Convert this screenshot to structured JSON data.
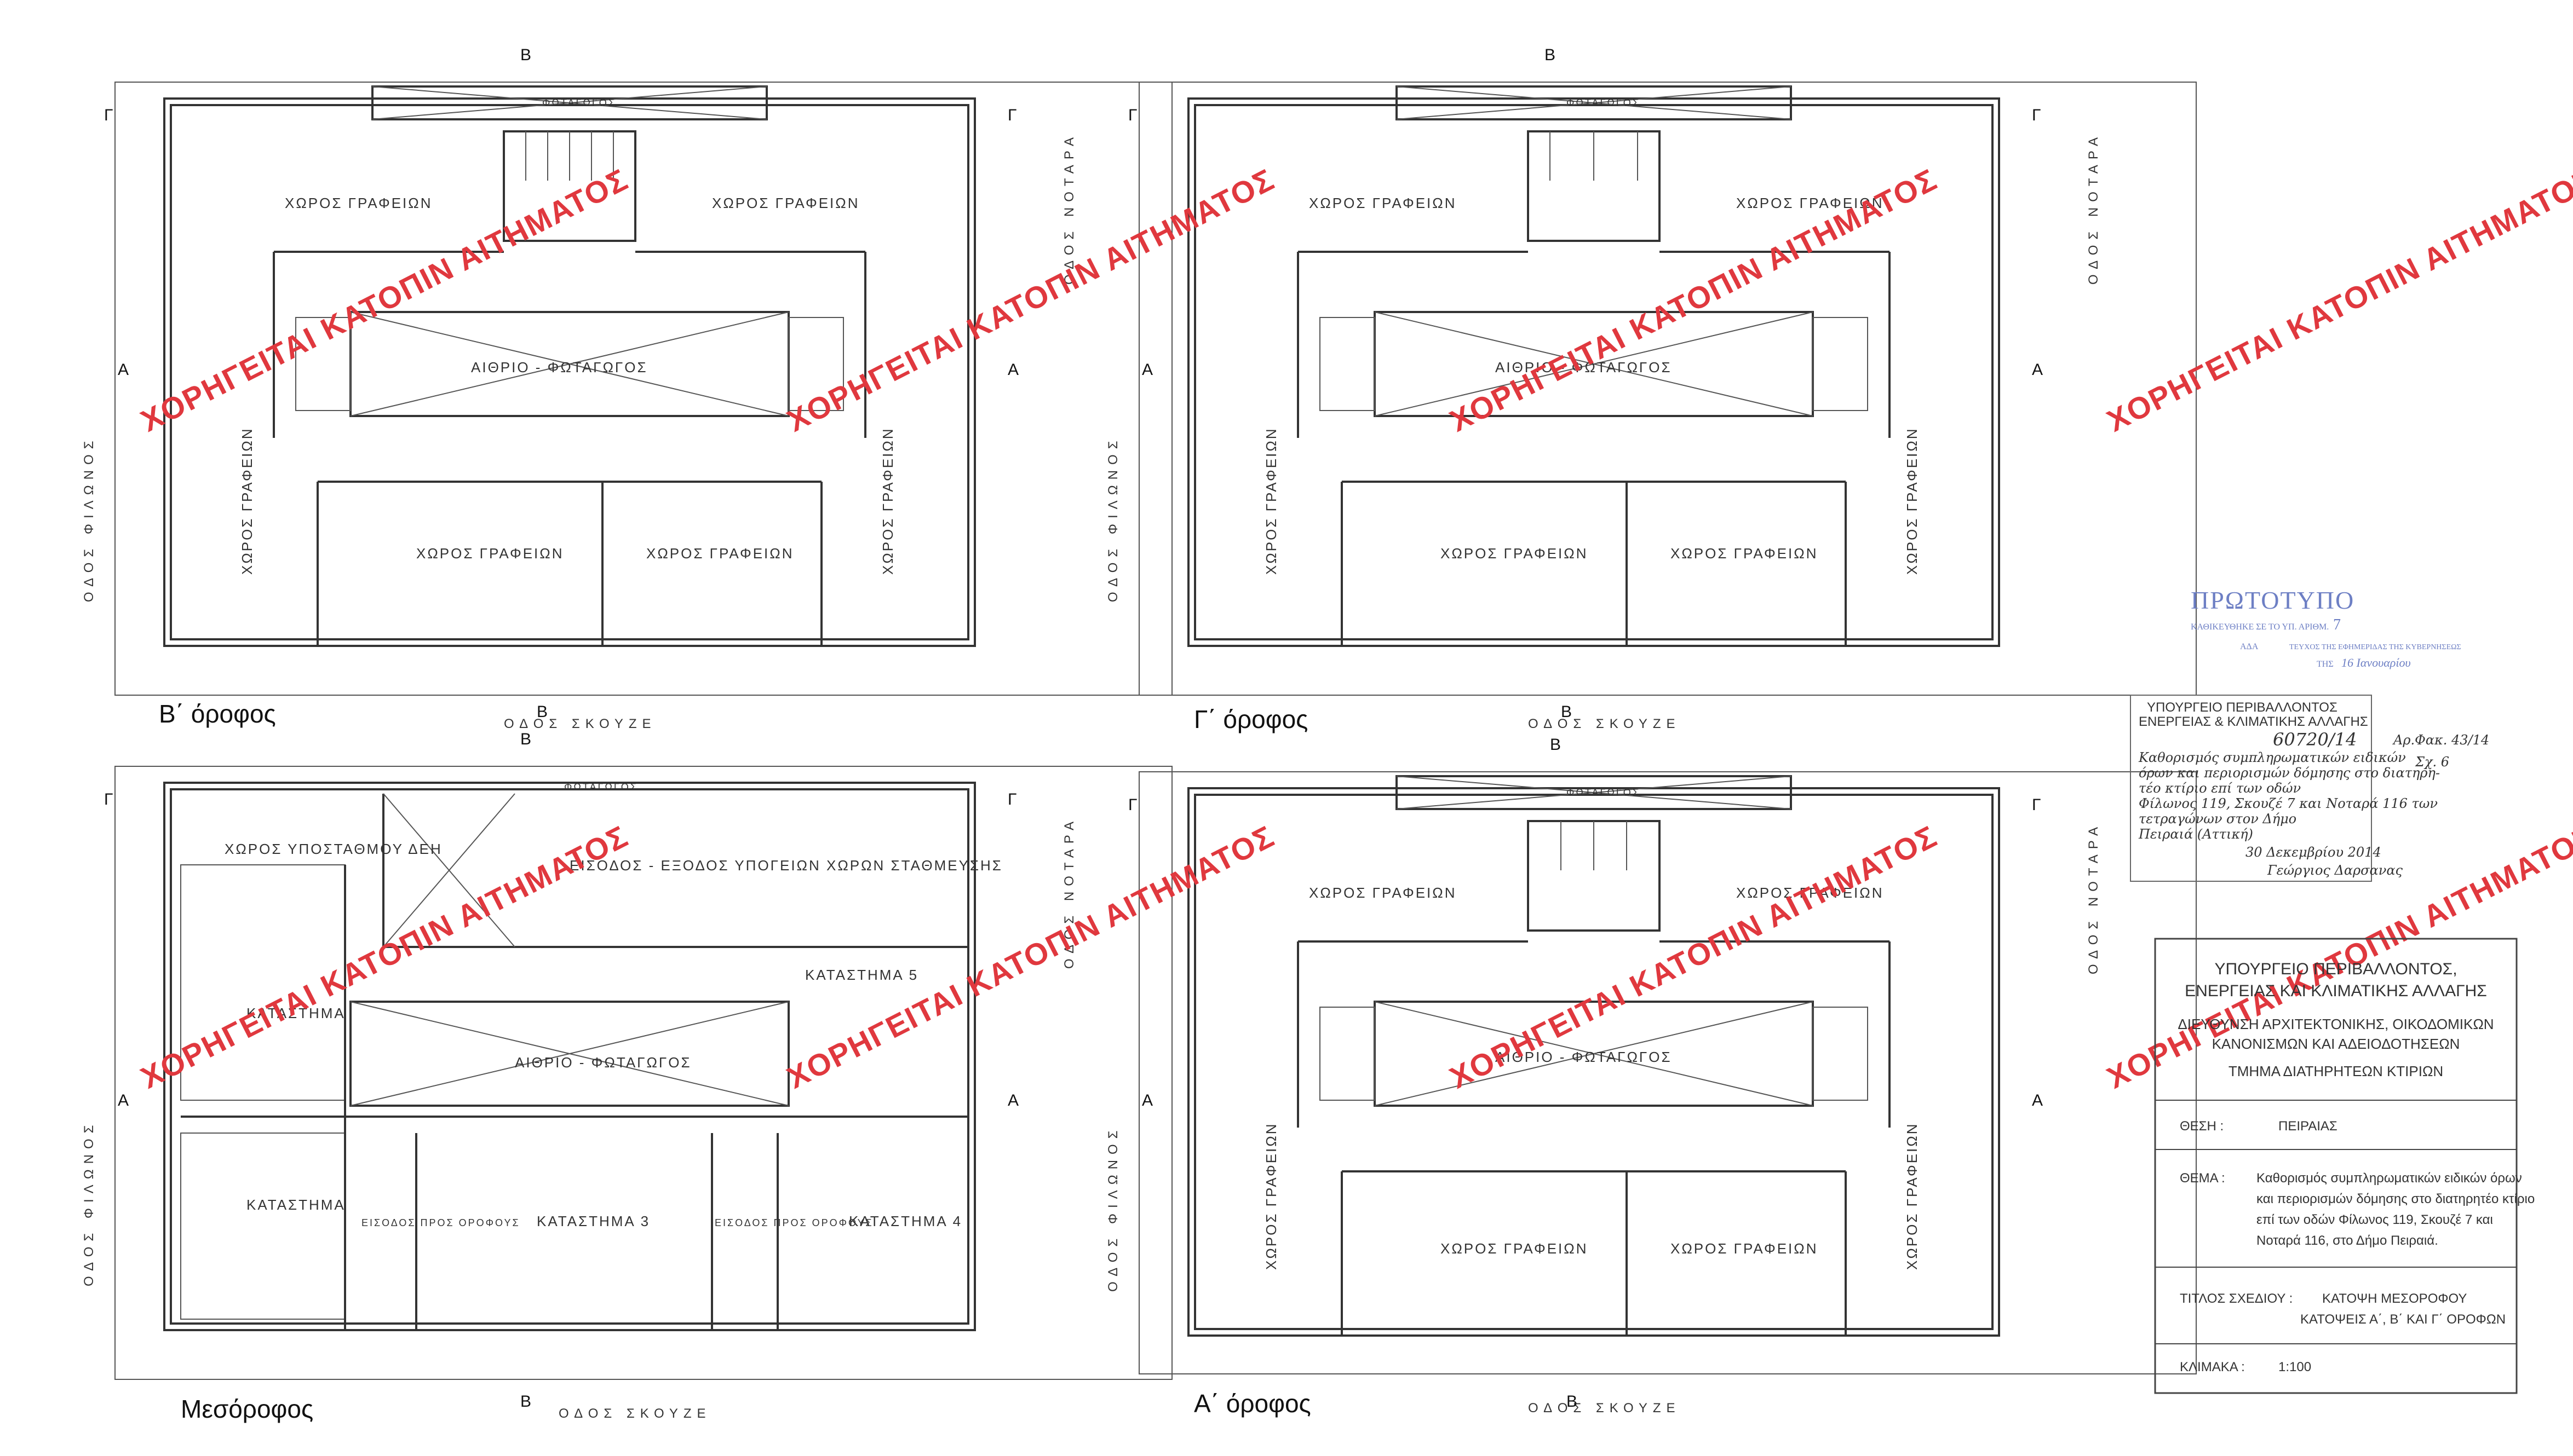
{
  "plans": {
    "second_floor": {
      "label": "Β΄ όροφος",
      "rooms": {
        "office_tl": "ΧΩΡΟΣ ΓΡΑΦΕΙΩΝ",
        "office_tr": "ΧΩΡΟΣ ΓΡΑΦΕΙΩΝ",
        "office_bl": "ΧΩΡΟΣ ΓΡΑΦΕΙΩΝ",
        "office_br": "ΧΩΡΟΣ ΓΡΑΦΕΙΩΝ",
        "office_left": "ΧΩΡΟΣ ΓΡΑΦΕΙΩΝ",
        "office_right": "ΧΩΡΟΣ ΓΡΑΦΕΙΩΝ",
        "atrium": "ΑΙΘΡΙΟ - ΦΩΤΑΓΩΓΟΣ",
        "skylight": "ΦΩΤΑΓΩΓΟΣ"
      }
    },
    "third_floor": {
      "label": "Γ΄ όροφος",
      "rooms": {
        "office_tl": "ΧΩΡΟΣ ΓΡΑΦΕΙΩΝ",
        "office_tr": "ΧΩΡΟΣ ΓΡΑΦΕΙΩΝ",
        "office_bl": "ΧΩΡΟΣ ΓΡΑΦΕΙΩΝ",
        "office_br": "ΧΩΡΟΣ ΓΡΑΦΕΙΩΝ",
        "office_left": "ΧΩΡΟΣ ΓΡΑΦΕΙΩΝ",
        "office_right": "ΧΩΡΟΣ ΓΡΑΦΕΙΩΝ",
        "atrium": "ΑΙΘΡΙΟ - ΦΩΤΑΓΩΓΟΣ",
        "skylight": "ΦΩΤΑΓΩΓΟΣ"
      }
    },
    "mezzanine": {
      "label": "Μεσόροφος",
      "rooms": {
        "substation": "ΧΩΡΟΣ ΥΠΟΣΤΑΘΜΟΥ ΔΕΗ",
        "skylight": "ΦΩΤΑΓΩΓΟΣ",
        "parking_entry": "ΕΙΣΟΔΟΣ - ΕΞΟΔΟΣ ΥΠΟΓΕΙΩΝ ΧΩΡΩΝ ΣΤΑΘΜΕΥΣΗΣ",
        "shop_top_left": "ΚΑΤΑΣΤΗΜΑ",
        "shop5": "ΚΑΤΑΣΤΗΜΑ 5",
        "atrium": "ΑΙΘΡΙΟ - ΦΩΤΑΓΩΓΟΣ",
        "shop_bottom_left": "ΚΑΤΑΣΤΗΜΑ",
        "entry_left": "ΕΙΣΟΔΟΣ ΠΡΟΣ ΟΡΟΦΟΥΣ",
        "shop3": "ΚΑΤΑΣΤΗΜΑ 3",
        "entry_right": "ΕΙΣΟΔΟΣ ΠΡΟΣ ΟΡΟΦΟΥΣ",
        "shop4": "ΚΑΤΑΣΤΗΜΑ 4"
      }
    },
    "first_floor": {
      "label": "Α΄ όροφος",
      "rooms": {
        "office_tl": "ΧΩΡΟΣ ΓΡΑΦΕΙΩΝ",
        "office_tr": "ΧΩΡΟΣ ΓΡΑΦΕΙΩΝ",
        "office_bl": "ΧΩΡΟΣ ΓΡΑΦΕΙΩΝ",
        "office_br": "ΧΩΡΟΣ ΓΡΑΦΕΙΩΝ",
        "office_left": "ΧΩΡΟΣ ΓΡΑΦΕΙΩΝ",
        "office_right": "ΧΩΡΟΣ ΓΡΑΦΕΙΩΝ",
        "atrium": "ΑΙΘΡΙΟ - ΦΩΤΑΓΩΓΟΣ",
        "skylight": "ΦΩΤΑΓΩΓΟΣ"
      }
    }
  },
  "streets": {
    "west": "ΟΔΟΣ ΦΙΛΩΝΟΣ",
    "east": "ΟΔΟΣ ΝΟΤΑΡΑ",
    "south": "ΟΔΟΣ ΣΚΟΥΖΕ"
  },
  "section_marks": {
    "a": "Α",
    "b": "Β",
    "g": "Γ"
  },
  "watermark": "ΧΟΡΗΓΕΙΤΑΙ ΚΑΤΟΠΙΝ ΑΙΤΗΜΑΤΟΣ",
  "stamp_original": {
    "title": "ΠΡΩΤΟΤΥΠΟ",
    "line1": "ΚΑΘΙΚΕΥΘΗΚΕ ΣΕ ΤΟ ΥΠ. ΑΡΙΘΜ.",
    "line1_num": "7",
    "line2": "ΑΔΑ",
    "line2_rest": "ΤΕΥΧΟΣ ΤΗΣ ΕΦΗΜΕΡΙΔΑΣ ΤΗΣ ΚΥΒΕΡΝΗΣΕΩΣ",
    "line3": "ΤΗΣ",
    "line3_date": "16 Ιανουαρίου"
  },
  "stamp_ministry": {
    "line1": "ΥΠΟΥΡΓΕΙΟ ΠΕΡΙΒΑΛΛΟΝΤΟΣ",
    "line2": "ΕΝΕΡΓΕΙΑΣ & ΚΛΙΜΑΤΙΚΗΣ ΑΛΛΑΓΗΣ",
    "decision_no": "60720/14",
    "hand1": "Καθορισμός συμπληρωματικών ειδικών",
    "hand2": "όρων και περιορισμών δόμησης στο διατηρη-",
    "hand3": "τέο κτίριο επί των οδών",
    "hand4": "Φίλωνος 119, Σκουζέ 7 και Νοταρά 116 των",
    "hand5": "τετραγώνων στον Δήμο",
    "hand6": "Πειραιά (Αττική)",
    "date": "30 Δεκεμβρίου 2014",
    "signer": "Γεώργιος Δαρσανας",
    "ref": "Αρ.Φακ. 43/14",
    "sheet": "Σχ. 6"
  },
  "title_block": {
    "authority": [
      "ΥΠΟΥΡΓΕΙΟ ΠΕΡΙΒΑΛΛΟΝΤΟΣ,",
      "ΕΝΕΡΓΕΙΑΣ ΚΑΙ ΚΛΙΜΑΤΙΚΗΣ ΑΛΛΑΓΗΣ",
      "ΔΙΕΥΘΥΝΣΗ ΑΡΧΙΤΕΚΤΟΝΙΚΗΣ, ΟΙΚΟΔΟΜΙΚΩΝ",
      "ΚΑΝΟΝΙΣΜΩΝ ΚΑΙ ΑΔΕΙΟΔΟΤΗΣΕΩΝ",
      "ΤΜΗΜΑ ΔΙΑΤΗΡΗΤΕΩΝ ΚΤΙΡΙΩΝ"
    ],
    "location_label": "ΘΕΣΗ :",
    "location_value": "ΠΕΙΡΑΙΑΣ",
    "subject_label": "ΘΕΜΑ :",
    "subject_lines": [
      "Καθορισμός συμπληρωματικών ειδικών όρων",
      "και περιορισμών δόμησης στο διατηρητέο κτίριο",
      "επί των οδών Φίλωνος 119, Σκουζέ 7 και",
      "Νοταρά 116, στο Δήμο Πειραιά."
    ],
    "drawing_label": "ΤΙΤΛΟΣ ΣΧΕΔΙΟΥ :",
    "drawing_lines": [
      "ΚΑΤΟΨΗ ΜΕΣΟΡΟΦΟΥ",
      "ΚΑΤΟΨΕΙΣ Α΄, Β΄ ΚΑΙ Γ΄ ΟΡΟΦΩΝ"
    ],
    "scale_label": "ΚΛΙΜΑΚΑ :",
    "scale_value": "1:100"
  }
}
